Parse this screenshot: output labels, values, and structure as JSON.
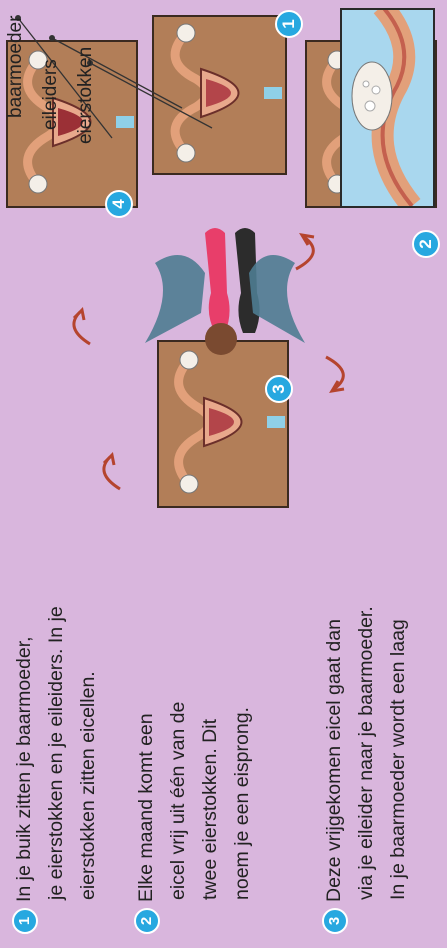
{
  "steps": [
    {
      "number": "1",
      "lines": [
        "In je buik zitten je baarmoeder,",
        "je eierstokken en je eileiders. In je",
        "eierstokken zitten eicellen."
      ]
    },
    {
      "number": "2",
      "lines": [
        "Elke maand komt een",
        "eicel vrij uit één van de",
        "twee eierstokken. Dit",
        "noem je een eisprong."
      ]
    },
    {
      "number": "3",
      "lines": [
        "Deze vrijgekomen eicel gaat dan",
        "via je eileider naar je baarmoeder.",
        "In je baarmoeder wordt een laag"
      ]
    }
  ],
  "diagram": {
    "badges": [
      "1",
      "2",
      "3",
      "4"
    ],
    "labels": {
      "uterus": "baarmoeder",
      "tubes": "eileiders",
      "ovaries": "eierstokken"
    }
  },
  "colors": {
    "background": "#d9b6dd",
    "badge": "#27a8e0",
    "panel": "#b27e58",
    "arrow": "#b5442e"
  }
}
